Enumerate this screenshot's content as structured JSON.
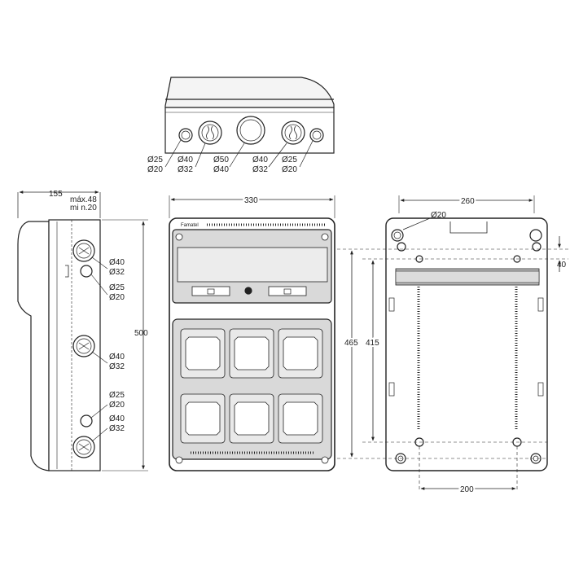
{
  "top_view": {
    "glands": [
      {
        "outer": "Ø25",
        "inner": "Ø20"
      },
      {
        "outer": "Ø40",
        "inner": "Ø32"
      },
      {
        "outer": "Ø50",
        "inner": "Ø40"
      },
      {
        "outer": "Ø40",
        "inner": "Ø32"
      },
      {
        "outer": "Ø25",
        "inner": "Ø20"
      }
    ]
  },
  "side_view": {
    "depth": "155",
    "note_max": "máx.48",
    "note_min": "mi n.20",
    "height": "500",
    "glands": [
      {
        "outer": "Ø40",
        "inner": "Ø32"
      },
      {
        "outer": "Ø25",
        "inner": "Ø20"
      },
      {
        "outer": "Ø40",
        "inner": "Ø32"
      },
      {
        "outer": "Ø25",
        "inner": "Ø20"
      },
      {
        "outer": "Ø40",
        "inner": "Ø32"
      }
    ]
  },
  "front_view": {
    "width": "330",
    "brand": "Famatel"
  },
  "back_view": {
    "width": "260",
    "hole": "Ø20",
    "offset": "40",
    "height_outer": "465",
    "height_inner": "415",
    "bottom_spacing": "200"
  },
  "colors": {
    "line": "#222222",
    "panel_fill": "#d9d9d9",
    "window_fill": "#ececec",
    "rail_fill": "#bdbdbd"
  }
}
